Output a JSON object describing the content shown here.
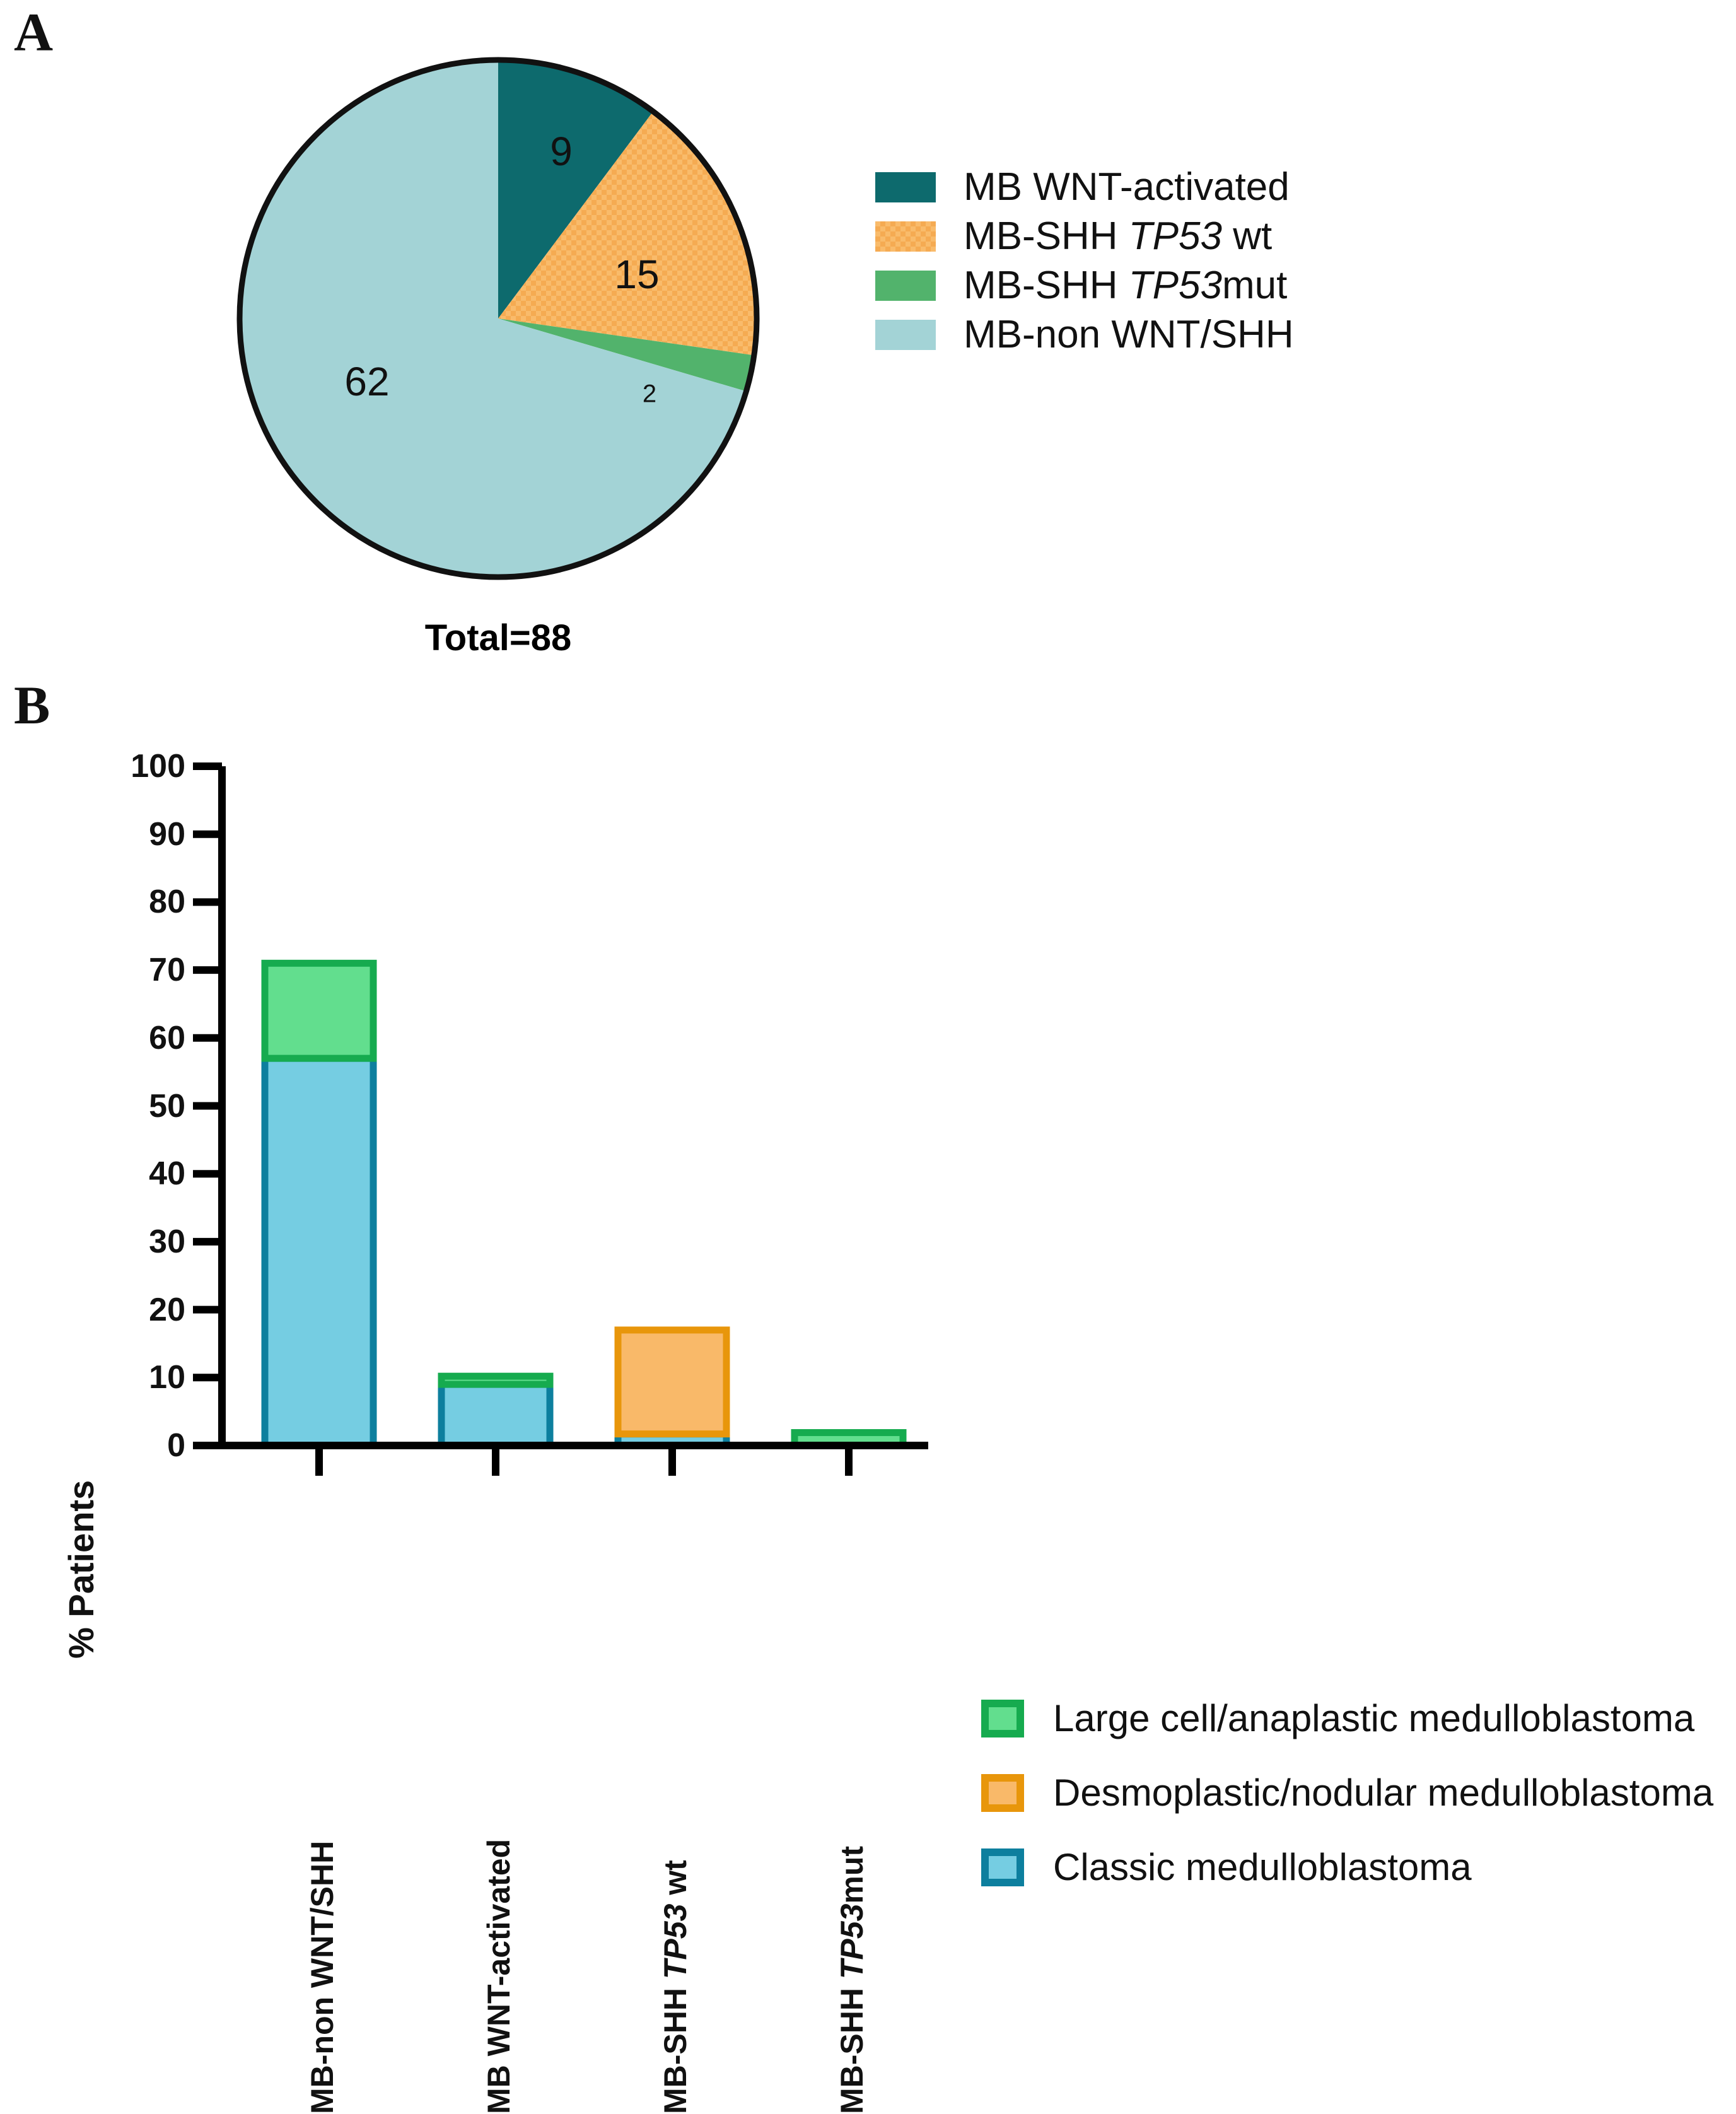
{
  "figure": {
    "panel_a_label": "A",
    "panel_b_label": "B"
  },
  "panel_a": {
    "total_label": "Total=88",
    "slice_labels": {
      "wnt": "9",
      "shh_wt": "15",
      "shh_mut": "2",
      "non_wnt_shh": "62"
    },
    "legend": [
      {
        "label": "MB WNT-activated",
        "color": "#0d6a6d",
        "pattern": "solid"
      },
      {
        "label_pre": "MB-SHH ",
        "label_italic": "TP53",
        "label_post": " wt",
        "color": "#f8b964",
        "pattern": "checker"
      },
      {
        "label_pre": "MB-SHH ",
        "label_italic": "TP53",
        "label_post": "mut",
        "color": "#52b36c",
        "pattern": "solid"
      },
      {
        "label": "MB-non WNT/SHH",
        "color": "#a3d3d6",
        "pattern": "solid"
      }
    ]
  },
  "panel_b": {
    "ylabel": "% Patients",
    "legend": [
      {
        "label": "Large cell/anaplastic medulloblastoma",
        "fill": "#62de8e",
        "stroke": "#16ab4f"
      },
      {
        "label": "Desmoplastic/nodular medulloblastoma",
        "fill": "#f9b969",
        "stroke": "#e8960b"
      },
      {
        "label": "Classic medulloblastoma",
        "fill": "#75cde2",
        "stroke": "#0d7f9e"
      }
    ]
  },
  "chart_data": [
    {
      "type": "pie",
      "title": "Medulloblastoma molecular subgroups",
      "total": 88,
      "labels": [
        "MB WNT-activated",
        "MB-SHH TP53 wt",
        "MB-SHH TP53mut",
        "MB-non WNT/SHH"
      ],
      "values": [
        9,
        15,
        2,
        62
      ],
      "colors": [
        "#0d6a6d",
        "#f8b964",
        "#52b36c",
        "#a3d3d6"
      ],
      "start_angle_deg": 0,
      "direction": "clockwise",
      "legend_position": "right",
      "annotations": [
        "Total=88"
      ]
    },
    {
      "type": "bar",
      "stacked": true,
      "title": "",
      "xlabel": "",
      "ylabel": "% Patients",
      "ylim": [
        0,
        100
      ],
      "yticks": [
        0,
        10,
        20,
        30,
        40,
        50,
        60,
        70,
        80,
        90,
        100
      ],
      "ytick_labels": [
        "0",
        "10",
        "20",
        "30",
        "40",
        "50",
        "60",
        "70",
        "80",
        "90",
        "100"
      ],
      "grid": false,
      "legend_position": "right",
      "categories": [
        "MB-non WNT/SHH",
        "MB WNT-activated",
        "MB-SHH TP53 wt",
        "MB-SHH TP53mut"
      ],
      "category_labels": [
        {
          "pre": "MB-non WNT/SHH",
          "italic": "",
          "post": ""
        },
        {
          "pre": "MB WNT-activated",
          "italic": "",
          "post": ""
        },
        {
          "pre": "MB-SHH ",
          "italic": "TP53",
          "post": " wt"
        },
        {
          "pre": "MB-SHH ",
          "italic": "TP53",
          "post": "mut"
        }
      ],
      "series": [
        {
          "name": "Classic medulloblastoma",
          "fill": "#75cde2",
          "stroke": "#0d7f9e",
          "values": [
            57,
            9,
            1.7,
            0
          ]
        },
        {
          "name": "Desmoplastic/nodular medulloblastoma",
          "fill": "#f9b969",
          "stroke": "#e8960b",
          "values": [
            0,
            0,
            15.3,
            0
          ]
        },
        {
          "name": "Large cell/anaplastic medulloblastoma",
          "fill": "#62de8e",
          "stroke": "#16ab4f",
          "values": [
            14,
            1.2,
            0,
            1.9
          ]
        }
      ],
      "totals": [
        71,
        10.2,
        17,
        1.9
      ]
    }
  ]
}
